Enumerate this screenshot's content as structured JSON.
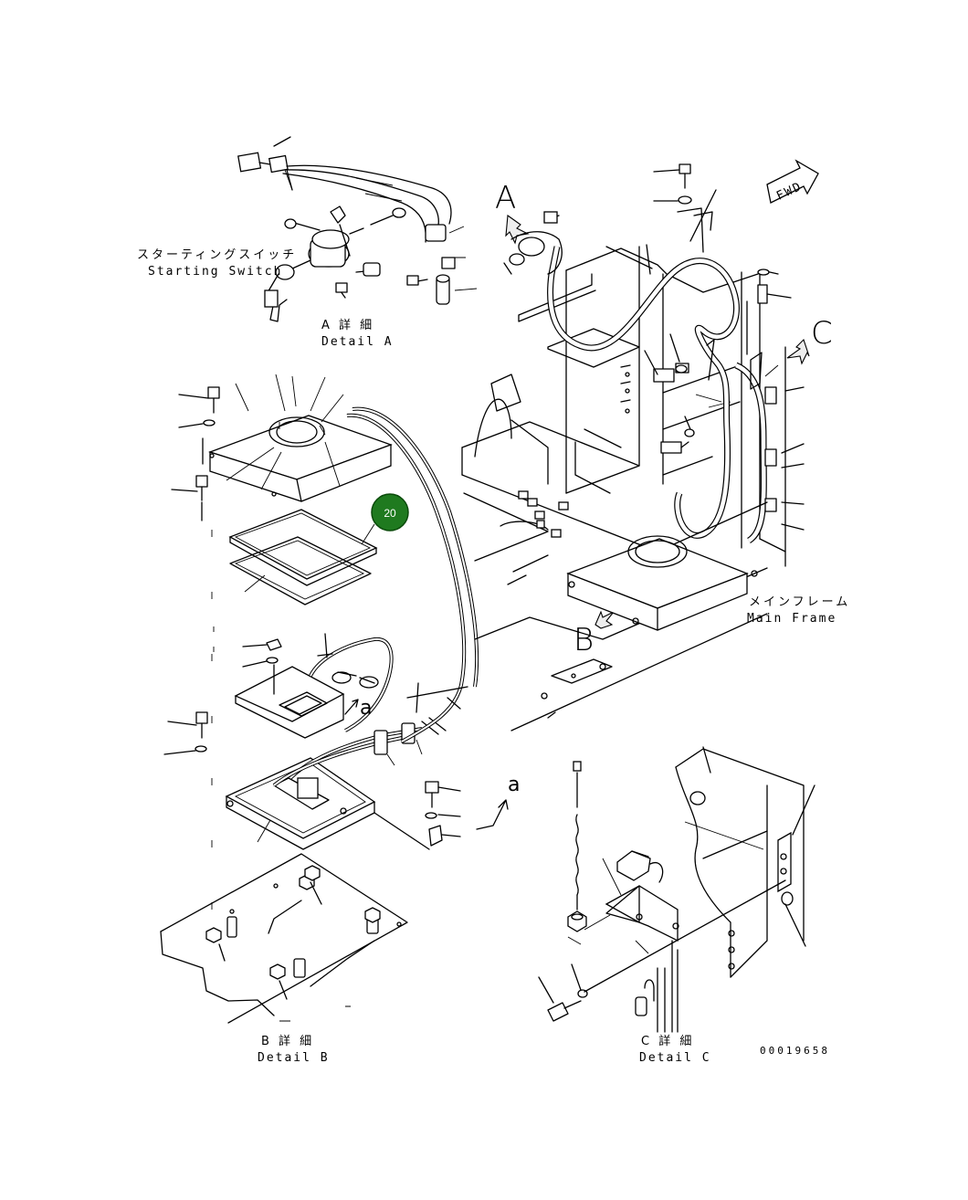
{
  "labels": {
    "starting_switch_jp": "スターティングスイッチ",
    "starting_switch_en": "Starting Switch",
    "detail_a_jp": "A 詳 細",
    "detail_a_en": "Detail A",
    "detail_b_jp": "B 詳 細",
    "detail_b_en": "Detail B",
    "detail_c_jp": "C 詳 細",
    "detail_c_en": "Detail C",
    "main_frame_jp": "メインフレーム",
    "main_frame_en": "Main Frame",
    "fwd": "FWD",
    "view_a": "A",
    "view_b": "B",
    "view_c": "C",
    "ref_a_upper": "a",
    "ref_a_lower": "a",
    "drawing_number": "00019658"
  },
  "callouts": [
    {
      "number": "20",
      "color": "#1f7a1f"
    }
  ]
}
